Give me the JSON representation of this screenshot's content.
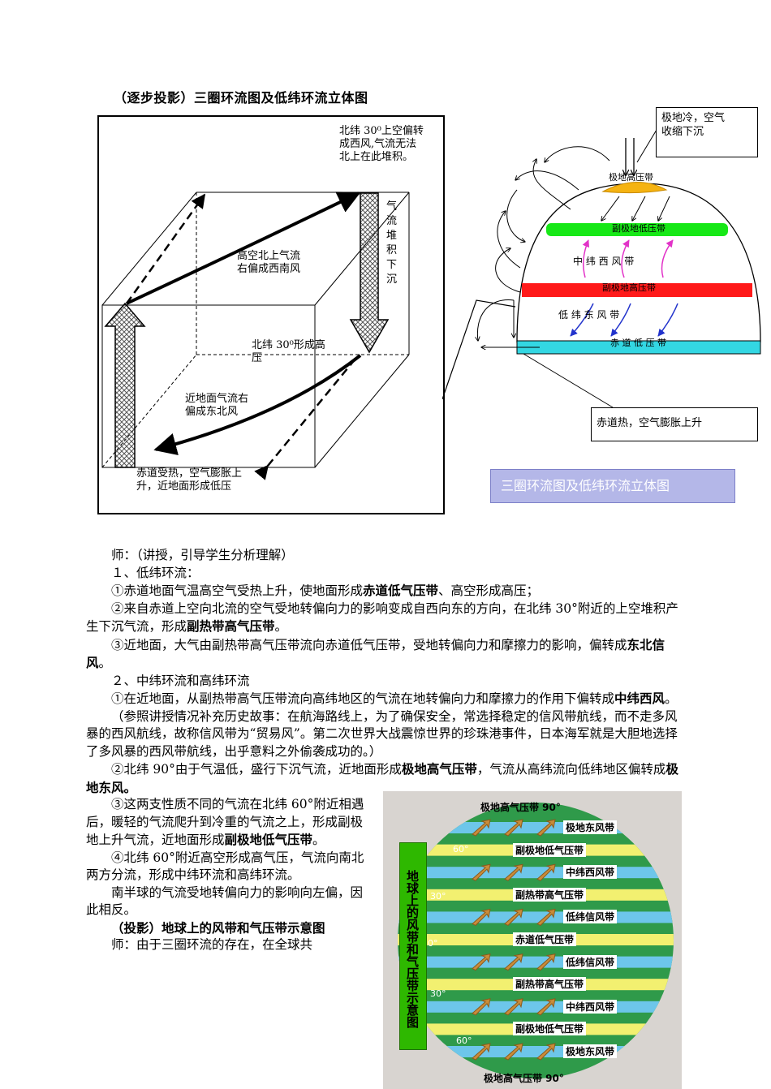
{
  "heading": "（逐步投影）三圈环流图及低纬环流立体图",
  "cube": {
    "top_note": "北纬 30⁰上空偏转\n成西风,气流无法\n北上在此堆积。",
    "upper_flow": "高空北上气流\n右偏成西南风",
    "sinking": "气\n流\n堆\n积\n下\n沉",
    "high_form": "北纬 30⁰形成高\n压",
    "surface_flow": "近地面气流右\n偏成东北风",
    "bottom_note": "赤道受热，空气膨胀上\n升，近地面形成低压"
  },
  "globe": {
    "polar_note": "极地冷，空气\n收缩下沉",
    "polar_high": "极地高压带",
    "subpolar_low": "副极地低压带",
    "mid_west": "中  纬  西  风  带",
    "subpolar_high": "副极地高压带",
    "trade": "低   纬   东   风   带",
    "equator_low": "赤  道  低  压  带",
    "equator_note": "赤道热，空气膨胀上升",
    "title": "三圈环流图及低纬环流立体图",
    "colors": {
      "polar": "#f5b312",
      "green": "#17e817",
      "red": "#ff1a1a",
      "cyan": "#33d7e3"
    }
  },
  "text": {
    "teacher1": "师：（讲授，引导学生分析理解）",
    "s1": "１、低纬环流：",
    "p1a": "①赤道地面气温高空气受热上升，使地面形成",
    "p1b": "赤道低气压带",
    "p1c": "、高空形成高压；",
    "p2a": "②来自赤道上空向北流的空气受地转偏向力的影响变成自西向东的方向，在北纬 30°附近的上空堆积产生下沉气流，形成",
    "p2b": "副热带高气压带",
    "p2c": "。",
    "p3a": "③近地面，大气由副热带高气压带流向赤道低气压带，受地转偏向力和摩擦力的影响，偏转成",
    "p3b": "东北信风",
    "p3c": "。",
    "s2": "２、中纬环流和高纬环流",
    "p4a": "①在近地面，从副热带高气压带流向高纬地区的气流在地转偏向力和摩擦力的作用下偏转成",
    "p4b": "中纬西风",
    "p4c": "。",
    "p5": "（参照讲授情况补充历史故事：在航海路线上，为了确保安全，常选择稳定的信风带航线，而不走多风暴的西风航线，故称信风带为“贸易风”。第二次世界大战震惊世界的珍珠港事件，日本海军就是大胆地选择了多风暴的西风带航线，出乎意料之外偷袭成功的。）",
    "p6a": "②北纬 90°由于气温低，盛行下沉气流，近地面形成",
    "p6b": "极地高气压带",
    "p6c": "，气流从高纬流向低纬地区偏转成",
    "p6d": "极地东风。",
    "p7a": "③这两支性质不同的气流在北纬 60°附近相遇后，暖轻的气流爬升到冷重的气流之上，形成副极地上升气流，近地面形成",
    "p7b": "副极地低气压带",
    "p7c": "。",
    "p8": "④北纬 60°附近高空形成高气压，气流向南北两方分流，形成中纬环流和高纬环流。",
    "p9": "南半球的气流受地转偏向力的影响向左偏，因此相反。",
    "p10": "（投影）地球上的风带和气压带示意图",
    "p11": "师：由于三圈环流的存在，在全球共"
  },
  "wind_map": {
    "vertical_title": "地球上的风带和气压带示意图",
    "top": "极地高气压带 90°",
    "bottom": "极地高气压带 90°",
    "bands": [
      {
        "name": "极地东风带",
        "type": "wind"
      },
      {
        "name": "副极地低气压带",
        "type": "pressure"
      },
      {
        "name": "中纬西风带",
        "type": "wind"
      },
      {
        "name": "副热带高气压带",
        "type": "pressure"
      },
      {
        "name": "低纬信风带",
        "type": "wind"
      },
      {
        "name": "赤道低气压带",
        "type": "pressure"
      },
      {
        "name": "低纬信风带",
        "type": "wind"
      },
      {
        "name": "副热带高气压带",
        "type": "pressure"
      },
      {
        "name": "中纬西风带",
        "type": "wind"
      },
      {
        "name": "副极地低气压带",
        "type": "pressure"
      },
      {
        "name": "极地东风带",
        "type": "wind"
      }
    ],
    "lat_labels": [
      "60°",
      "30°",
      "0°",
      "30°",
      "60°"
    ],
    "colors": {
      "ocean": "#2f9a4a",
      "yellow": "#f2f070",
      "blue": "#6dc6ea",
      "label_bg": "#ffffff"
    }
  }
}
